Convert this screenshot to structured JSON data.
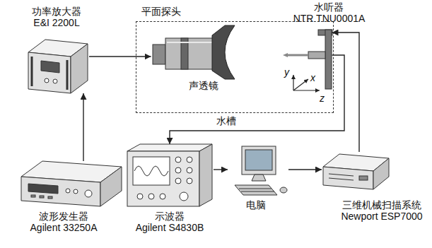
{
  "diagram": {
    "nodes": [
      {
        "text": [
          "功率放大器 E&I 2200L"
        ]
      },
      {
        "text": [
          "水槽"
        ]
      },
      {
        "text": [
          "平面探头",
          "声透镜"
        ],
        "in": 1
      },
      {
        "text": [
          "水听器 NTR TNU0001A"
        ],
        "in": 1
      },
      {
        "text": [
          "波形发生器 Agilent 33250A"
        ]
      },
      {
        "text": [
          "示波器 Agilent S4830B"
        ]
      },
      {
        "text": [
          "电脑"
        ]
      },
      {
        "text": [
          "三维机械扫描系统 Newport ESP7000"
        ]
      }
    ],
    "edges": [
      {
        "from": 4,
        "to": 0,
        "arrow": "to"
      },
      {
        "from": 0,
        "to": 2,
        "arrow": "to"
      },
      {
        "from": 3,
        "to": 5,
        "arrow": "to"
      },
      {
        "from": 5,
        "to": 6,
        "arrow": "to"
      },
      {
        "from": 6,
        "to": 7,
        "arrow": "to"
      },
      {
        "from": 7,
        "to": 3,
        "arrow": "to"
      }
    ],
    "labels": [
      "y",
      "x",
      "z"
    ]
  }
}
